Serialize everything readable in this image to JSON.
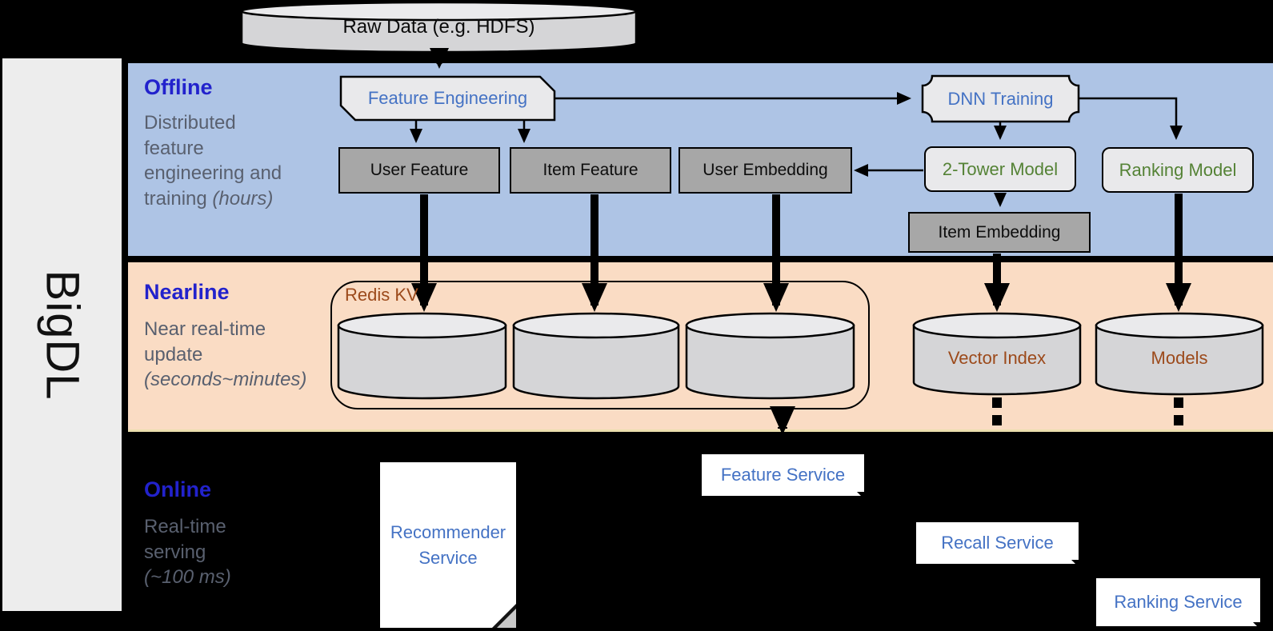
{
  "brand": {
    "name": "BigDL"
  },
  "database": {
    "raw_data": "Raw Data (e.g. HDFS)"
  },
  "sections": {
    "offline": {
      "title": "Offline",
      "description": "Distributed feature engineering and training",
      "duration": "(hours)"
    },
    "nearline": {
      "title": "Nearline",
      "description": "Near real-time update",
      "duration": "(seconds~minutes)"
    },
    "online": {
      "title": "Online",
      "description": "Real-time serving",
      "duration": "(~100 ms)"
    }
  },
  "nodes": {
    "feature_engineering": "Feature Engineering",
    "dnn_training": "DNN Training",
    "user_feature": "User Feature",
    "item_feature": "Item Feature",
    "user_embedding": "User Embedding",
    "two_tower_model": "2-Tower Model",
    "ranking_model": "Ranking Model",
    "item_embedding": "Item Embedding"
  },
  "stores": {
    "redis_kv": "Redis KV",
    "vector_index": "Vector Index",
    "models": "Models"
  },
  "services": {
    "recommender_service": "Recommender Service",
    "feature_service": "Feature Service",
    "recall_service": "Recall Service",
    "ranking_service": "Ranking Service"
  },
  "colors": {
    "offline_band": "#aec4e5",
    "nearline_band": "#fadcc4",
    "section_title_blue": "#2222cc",
    "muted_gray_text": "#59606f",
    "node_text_blue": "#4472c4",
    "node_text_green": "#548235",
    "store_text_brown": "#9c4a1b",
    "dark_box_fill": "#a7a7a7",
    "light_box_fill": "#e9e9eb",
    "sidebar_fill": "#ededed",
    "background": "#000000"
  }
}
